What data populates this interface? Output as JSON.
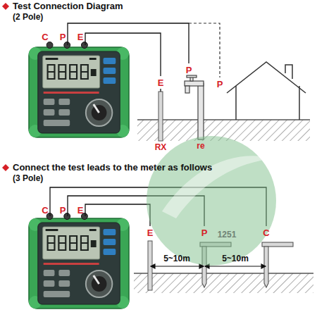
{
  "diagram": {
    "title": "Test Connection Diagram",
    "labels": [
      "(2 Pole)",
      "C",
      "P",
      "E",
      "E",
      "P",
      "P",
      "RX",
      "re",
      "Connect the test leads to the meter as follows",
      "(3 Pole)",
      "C",
      "P",
      "E",
      "E",
      "P",
      "C",
      "5~10m",
      "5~10m",
      "1251"
    ]
  }
}
